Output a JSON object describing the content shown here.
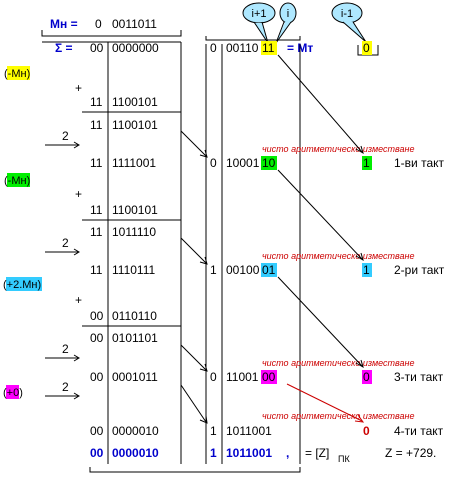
{
  "header": {
    "mn_label": "Мн =",
    "mn_sign": "0",
    "mn_bits": "0011011",
    "sum_label": "Σ =",
    "sum_sign": "00",
    "sum_bits": "0000000",
    "mt_sign": "0",
    "mt_bits_a": "00110",
    "mt_bits_b": "11",
    "mt_label": "= Мт",
    "bubble_i1": "i+1",
    "bubble_i": "i",
    "bubble_im1": "i-1",
    "extra_bit": "0"
  },
  "side_tags": [
    "(-Мн)",
    "(-Мн)",
    "(+2.Мн)",
    "(+0)"
  ],
  "plus_sign": "+",
  "shift_label": "2",
  "steps": [
    {
      "addend_sign": "11",
      "addend_bits": "1100101",
      "sum_sign": "11",
      "sum_bits": "1100101",
      "shift_sign": "11",
      "shift_bits": "1111001",
      "mt_sign": "0",
      "mt_a": "10001",
      "mt_b": "10",
      "extra": "1",
      "tact": "1-ви такт"
    },
    {
      "addend_sign": "11",
      "addend_bits": "1100101",
      "sum_sign": "11",
      "sum_bits": "1011110",
      "shift_sign": "11",
      "shift_bits": "1110111",
      "mt_sign": "1",
      "mt_a": "00100",
      "mt_b": "01",
      "extra": "1",
      "tact": "2-ри такт"
    },
    {
      "addend_sign": "00",
      "addend_bits": "0110110",
      "sum_sign": "00",
      "sum_bits": "0101101",
      "shift_sign": "00",
      "shift_bits": "0001011",
      "mt_sign": "0",
      "mt_a": "11001",
      "mt_b": "00",
      "extra": "0",
      "tact": "3-ти такт"
    },
    {
      "shift_sign": "00",
      "shift_bits": "0000010",
      "mt_sign": "1",
      "mt_a": "1011001",
      "extra": "0",
      "tact": "4-ти такт"
    }
  ],
  "note_text": "чисто аритметическо изместване",
  "result": {
    "sign": "00",
    "bits": "0000010",
    "mt_sign": "1",
    "mt_bits": "1011001",
    "comma": ",",
    "z_eq": "= [Z]",
    "z_sub": "ПК",
    "z_value": "Z = +729."
  },
  "colors": {
    "blue": "#0000cc",
    "red": "#cc0000",
    "yellow": "#ffff00",
    "green": "#00ee00",
    "cyan": "#33ccff",
    "magenta": "#ff00ff",
    "bubble": "#aee8ff"
  }
}
